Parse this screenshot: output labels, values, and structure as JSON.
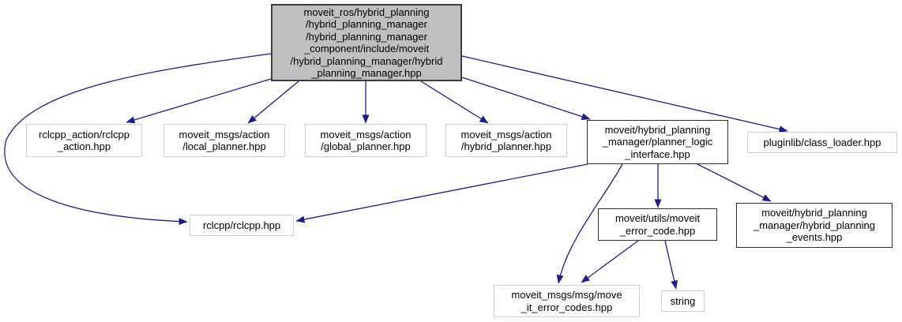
{
  "graph": {
    "kind": "include-dependency-graph",
    "colors": {
      "edge": "#1d1d86",
      "root_fill": "#bfbfbf",
      "node_fill": "#ffffff",
      "plain_border": "#cfcfcf",
      "documented_border": "#2e2e2e",
      "text": "#000000"
    },
    "nodes": {
      "root": {
        "kind": "root-file",
        "label": [
          "moveit_ros/hybrid_planning",
          "/hybrid_planning_manager",
          "/hybrid_planning_manager",
          "_component/include/moveit",
          "/hybrid_planning_manager/hybrid",
          "_planning_manager.hpp"
        ]
      },
      "rclcpp_action": {
        "kind": "external",
        "label": [
          "rclcpp_action/rclcpp",
          "_action.hpp"
        ]
      },
      "local_planner": {
        "kind": "external",
        "label": [
          "moveit_msgs/action",
          "/local_planner.hpp"
        ]
      },
      "global_planner": {
        "kind": "external",
        "label": [
          "moveit_msgs/action",
          "/global_planner.hpp"
        ]
      },
      "hybrid_planner": {
        "kind": "external",
        "label": [
          "moveit_msgs/action",
          "/hybrid_planner.hpp"
        ]
      },
      "planner_logic_interface": {
        "kind": "documented",
        "label": [
          "moveit/hybrid_planning",
          "_manager/planner_logic",
          "_interface.hpp"
        ]
      },
      "class_loader": {
        "kind": "external",
        "label": [
          "pluginlib/class_loader.hpp"
        ]
      },
      "rclcpp": {
        "kind": "external",
        "label": [
          "rclcpp/rclcpp.hpp"
        ]
      },
      "moveit_error_code": {
        "kind": "documented",
        "label": [
          "moveit/utils/moveit",
          "_error_code.hpp"
        ]
      },
      "hybrid_planning_events": {
        "kind": "documented",
        "label": [
          "moveit/hybrid_planning",
          "_manager/hybrid_planning",
          "_events.hpp"
        ]
      },
      "move_it_error_codes": {
        "kind": "external",
        "label": [
          "moveit_msgs/msg/move",
          "_it_error_codes.hpp"
        ]
      },
      "string": {
        "kind": "external",
        "label": [
          "string"
        ]
      }
    },
    "edges": [
      {
        "from": "root",
        "to": "rclcpp"
      },
      {
        "from": "root",
        "to": "rclcpp_action"
      },
      {
        "from": "root",
        "to": "local_planner"
      },
      {
        "from": "root",
        "to": "global_planner"
      },
      {
        "from": "root",
        "to": "hybrid_planner"
      },
      {
        "from": "root",
        "to": "planner_logic_interface"
      },
      {
        "from": "root",
        "to": "class_loader"
      },
      {
        "from": "planner_logic_interface",
        "to": "rclcpp"
      },
      {
        "from": "planner_logic_interface",
        "to": "move_it_error_codes"
      },
      {
        "from": "planner_logic_interface",
        "to": "moveit_error_code"
      },
      {
        "from": "planner_logic_interface",
        "to": "hybrid_planning_events"
      },
      {
        "from": "moveit_error_code",
        "to": "move_it_error_codes"
      },
      {
        "from": "moveit_error_code",
        "to": "string"
      }
    ]
  }
}
